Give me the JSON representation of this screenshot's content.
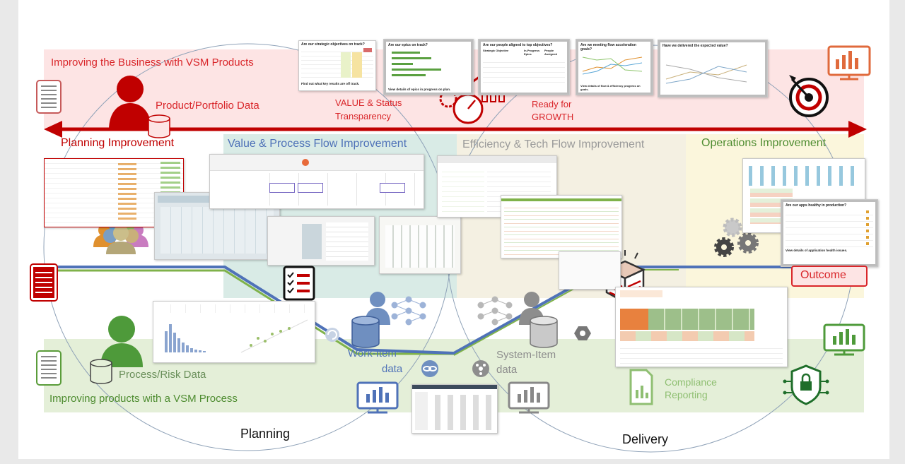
{
  "labels": {
    "business_title": "Improving the Business with VSM Products",
    "product_portfolio": "Product/Portfolio Data",
    "value_status": "VALUE & Status",
    "transparency": "Transparency",
    "ready_for": "Ready for",
    "growth": "GROWTH",
    "planning_improvement": "Planning Improvement",
    "value_process": "Value & Process Flow Improvement",
    "efficiency_tech": "Efficiency & Tech Flow Improvement",
    "operations_improvement": "Operations Improvement",
    "outcome": "Outcome",
    "process_risk": "Process/Risk Data",
    "improving_products": "Improving products with a VSM Process",
    "work_item": "Work-Item",
    "work_item_data": "data",
    "system_item": "System-Item",
    "system_item_data": "data",
    "compliance": "Compliance",
    "reporting": "Reporting",
    "planning": "Planning",
    "delivery": "Delivery"
  },
  "thumbnails": {
    "strategic": "Are our strategic objectives on track?",
    "strategic_footer": "Find out what key results are off track.",
    "epics": "Are our epics on track?",
    "epics_footer": "View details of epics in progress on plan.",
    "people": "Are our people aligned to top objectives?",
    "people_col1": "Strategic Objective",
    "people_col2": "In-Progress Epics",
    "people_col3": "People Assigned",
    "flow": "Are we meeting flow acceleration goals?",
    "flow_footer": "View details of flow & efficiency progress on goals.",
    "value": "Have we delivered the expected value?",
    "apps": "Are our apps healthy in production?",
    "apps_footer": "View details of application health issues."
  },
  "colors": {
    "business_band": "#fde4e4",
    "red": "#c00000",
    "text_red": "#d9262a",
    "process_band": "#e4efd8",
    "green_text": "#4e8c30",
    "value_flow_band": "#d9ebe6",
    "efficiency_band": "#f4f0e2",
    "operations_band": "#fbf6dc",
    "blue_line": "#4f72b8",
    "green_line": "#7fb24a",
    "circle_stroke": "#8fa2b8"
  },
  "icons": [
    "checklist-icon",
    "person-icon",
    "database-icon",
    "gauge-icon",
    "target-icon",
    "monitor-chart-icon",
    "gears-icon",
    "package-icon",
    "people-group-icon",
    "document-chart-icon",
    "lock-shield-icon",
    "network-icon"
  ]
}
